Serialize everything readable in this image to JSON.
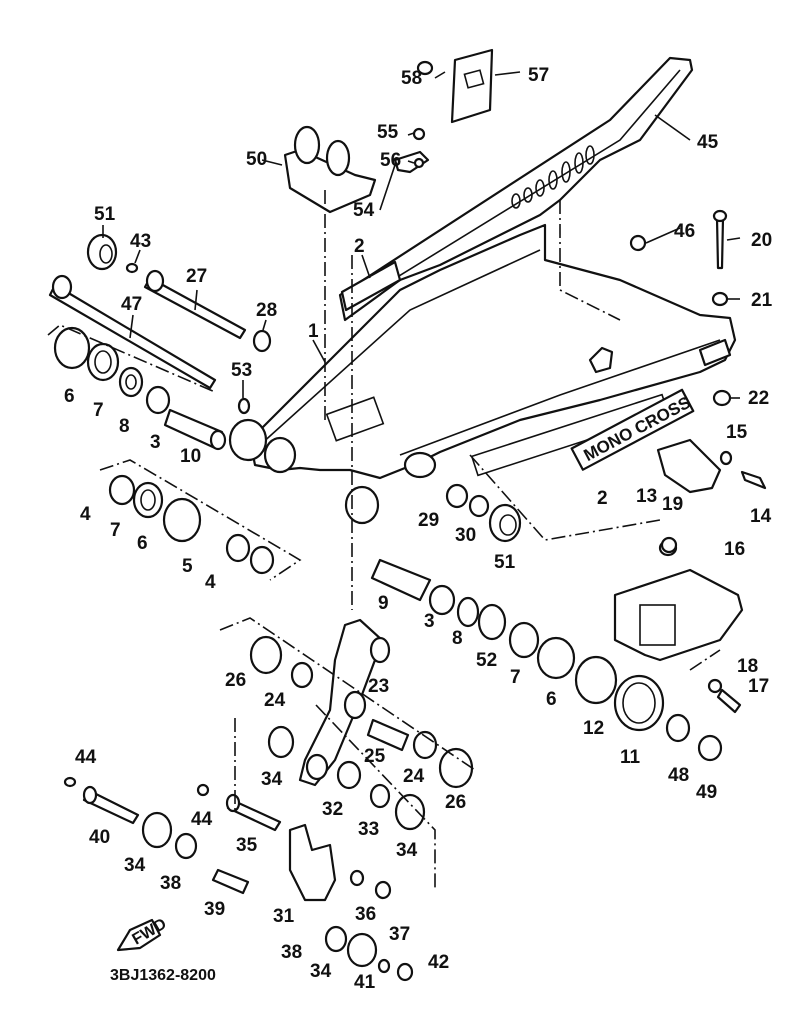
{
  "diagram": {
    "title": "Rear Arm (Swingarm) Exploded Parts Diagram",
    "drawing_code": "3BJ1362-8200",
    "decal_text": "MONO CROSS",
    "fwd_arrow_text": "FWD",
    "colors": {
      "ink": "#111111",
      "paper": "#ffffff"
    },
    "labels": {
      "p1": "1",
      "p2a": "2",
      "p2b": "2",
      "p3a": "3",
      "p3b": "3",
      "p4a": "4",
      "p4b": "4",
      "p5": "5",
      "p6a": "6",
      "p6b": "6",
      "p6c": "6",
      "p7a": "7",
      "p7b": "7",
      "p7c": "7",
      "p8a": "8",
      "p8b": "8",
      "p9": "9",
      "p10": "10",
      "p11": "11",
      "p12": "12",
      "p13": "13",
      "p14": "14",
      "p15": "15",
      "p16": "16",
      "p17": "17",
      "p18": "18",
      "p19": "19",
      "p20": "20",
      "p21": "21",
      "p22": "22",
      "p23": "23",
      "p24a": "24",
      "p24b": "24",
      "p25": "25",
      "p26a": "26",
      "p26b": "26",
      "p27": "27",
      "p28": "28",
      "p29": "29",
      "p30": "30",
      "p31": "31",
      "p32": "32",
      "p33": "33",
      "p34a": "34",
      "p34b": "34",
      "p34c": "34",
      "p34d": "34",
      "p35": "35",
      "p36": "36",
      "p37": "37",
      "p38a": "38",
      "p38b": "38",
      "p39": "39",
      "p40": "40",
      "p41": "41",
      "p42": "42",
      "p43": "43",
      "p44a": "44",
      "p44b": "44",
      "p45": "45",
      "p46": "46",
      "p47": "47",
      "p48": "48",
      "p49": "49",
      "p50": "50",
      "p51a": "51",
      "p51b": "51",
      "p52": "52",
      "p53": "53",
      "p54": "54",
      "p55": "55",
      "p56": "56",
      "p57": "57",
      "p58": "58"
    }
  }
}
